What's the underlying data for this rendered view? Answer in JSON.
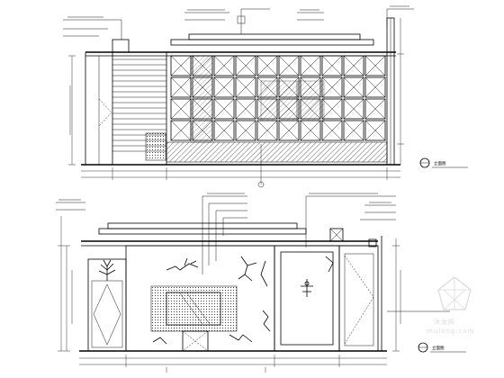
{
  "view_labels": {
    "top": "立面图",
    "bottom": "立面图"
  },
  "watermark": {
    "site_text": "mulong.com",
    "brand_text": "沐龙网"
  },
  "colors": {
    "ink": "#000000",
    "paper": "#ffffff",
    "watermark": "#bdbdbd"
  }
}
